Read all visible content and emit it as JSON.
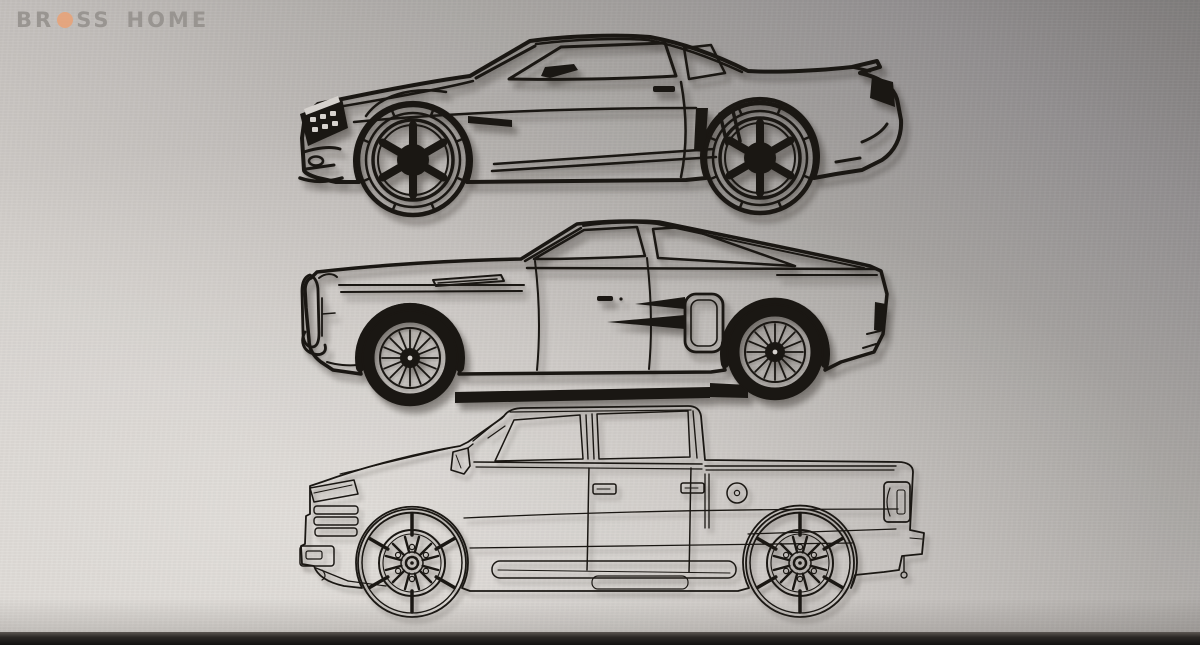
{
  "brand": {
    "full_name": "BROSS HOME",
    "logo_prefix": "BR",
    "logo_suffix": "SS",
    "logo_word2": "HOME"
  },
  "palette": {
    "logo_text": "#96928e",
    "logo_dot": "#e7a47b",
    "silhouette": "#1a1713",
    "wall_light": "#dad6d2",
    "wall_dark": "#807d7c",
    "floor_strip": "#121110"
  },
  "artworks": [
    {
      "label": "muscle-car coupe silhouette (Camaro style), bold line metal wall art"
    },
    {
      "label": "classic fastback silhouette (Mustang style), bold line metal wall art"
    },
    {
      "label": "crew-cab pickup truck silhouette (F-150 style), thin line metal wall art"
    }
  ]
}
